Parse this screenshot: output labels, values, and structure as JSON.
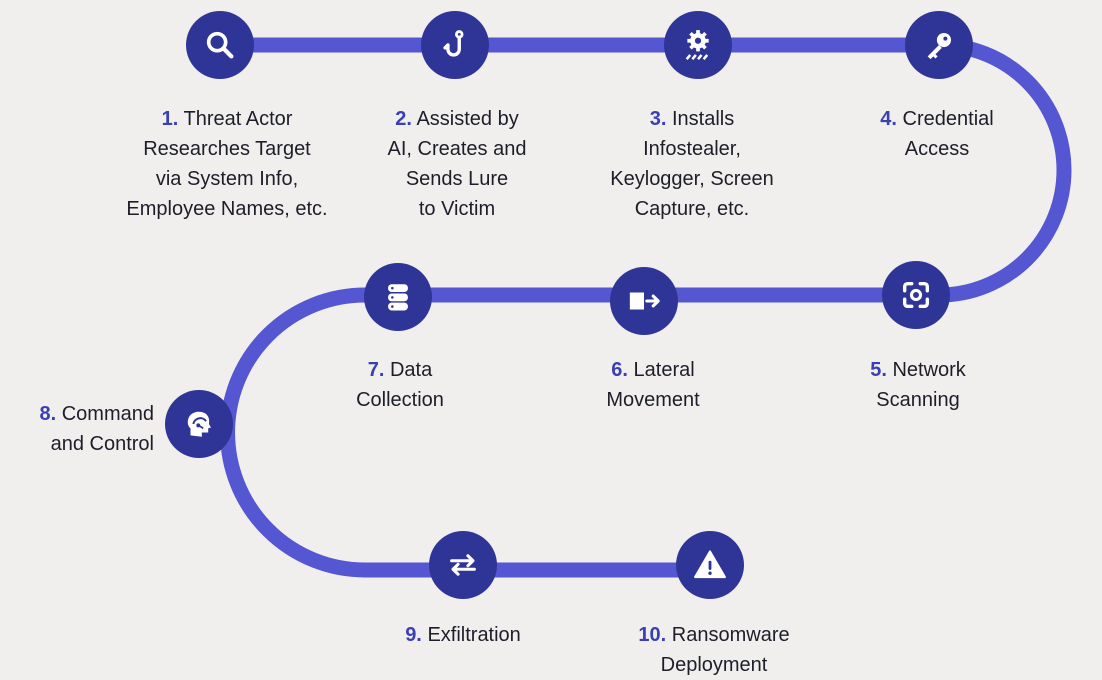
{
  "colors": {
    "path": "#5456d2",
    "node": "#2f3596",
    "number": "#3a40b4",
    "background": "#f0efed"
  },
  "steps": [
    {
      "num": "1.",
      "lines": [
        "Threat Actor",
        "Researches Target",
        "via System Info,",
        "Employee Names, etc."
      ],
      "icon": "magnifier-icon"
    },
    {
      "num": "2.",
      "lines": [
        "Assisted by",
        "AI, Creates and",
        "Sends Lure",
        "to Victim"
      ],
      "icon": "fish-hook-icon"
    },
    {
      "num": "3.",
      "lines": [
        "Installs",
        "Infostealer,",
        "Keylogger, Screen",
        "Capture, etc."
      ],
      "icon": "gear-install-icon"
    },
    {
      "num": "4.",
      "lines": [
        "Credential",
        "Access"
      ],
      "icon": "key-icon"
    },
    {
      "num": "5.",
      "lines": [
        "Network",
        "Scanning"
      ],
      "icon": "scan-icon"
    },
    {
      "num": "6.",
      "lines": [
        "Lateral",
        "Movement"
      ],
      "icon": "lateral-arrow-icon"
    },
    {
      "num": "7.",
      "lines": [
        "Data",
        "Collection"
      ],
      "icon": "database-icon"
    },
    {
      "num": "8.",
      "lines": [
        "Command",
        "and Control"
      ],
      "icon": "headset-icon"
    },
    {
      "num": "9.",
      "lines": [
        "Exfiltration"
      ],
      "icon": "swap-arrows-icon"
    },
    {
      "num": "10.",
      "lines": [
        "Ransomware",
        "Deployment"
      ],
      "icon": "warning-icon"
    }
  ]
}
